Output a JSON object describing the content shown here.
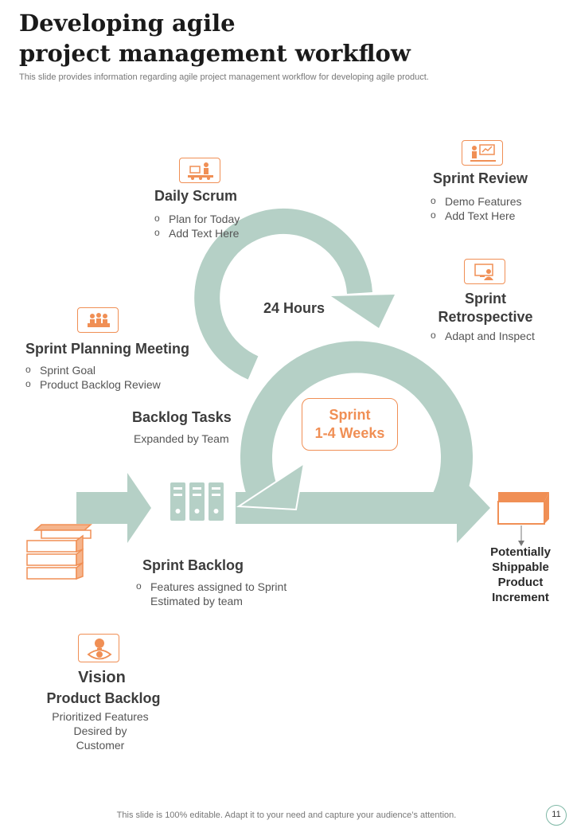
{
  "header": {
    "title_line1": "Developing agile",
    "title_line2": "project management workflow",
    "subtitle": "This slide provides information regarding agile project management workflow for developing agile product."
  },
  "cycle": {
    "hours_label": "24 Hours",
    "sprint_line1": "Sprint",
    "sprint_line2": "1-4 Weeks"
  },
  "daily_scrum": {
    "heading": "Daily Scrum",
    "items": [
      "Plan for Today",
      "Add Text Here"
    ]
  },
  "sprint_review": {
    "heading": "Sprint Review",
    "items": [
      "Demo Features",
      "Add Text Here"
    ]
  },
  "sprint_retrospective": {
    "heading_line1": "Sprint",
    "heading_line2": "Retrospective",
    "items": [
      "Adapt and Inspect"
    ]
  },
  "sprint_planning": {
    "heading": "Sprint Planning Meeting",
    "items": [
      "Sprint Goal",
      "Product Backlog Review"
    ]
  },
  "backlog_tasks": {
    "heading": "Backlog Tasks",
    "text": "Expanded by Team"
  },
  "sprint_backlog": {
    "heading": "Sprint Backlog",
    "items": [
      "Features assigned to Sprint"
    ],
    "extra": "Estimated by team"
  },
  "increment": {
    "lines": [
      "Potentially",
      "Shippable",
      "Product",
      "Increment"
    ]
  },
  "vision": {
    "heading": "Vision",
    "heading2": "Product Backlog",
    "lines": [
      "Prioritized Features",
      "Desired by",
      "Customer"
    ]
  },
  "icons": {
    "daily_scrum": "meeting-presenter-icon",
    "sprint_review": "presentation-board-icon",
    "sprint_retrospective": "monitor-user-icon",
    "sprint_planning": "team-meeting-icon",
    "vision": "lightbulb-eye-icon"
  },
  "colors": {
    "accent": "#f08f55",
    "flow": "#b5d0c6",
    "heading": "#3c3c3c"
  },
  "footer": {
    "text": "This slide is 100% editable. Adapt it to your need and capture your audience’s attention.",
    "page": "11"
  }
}
